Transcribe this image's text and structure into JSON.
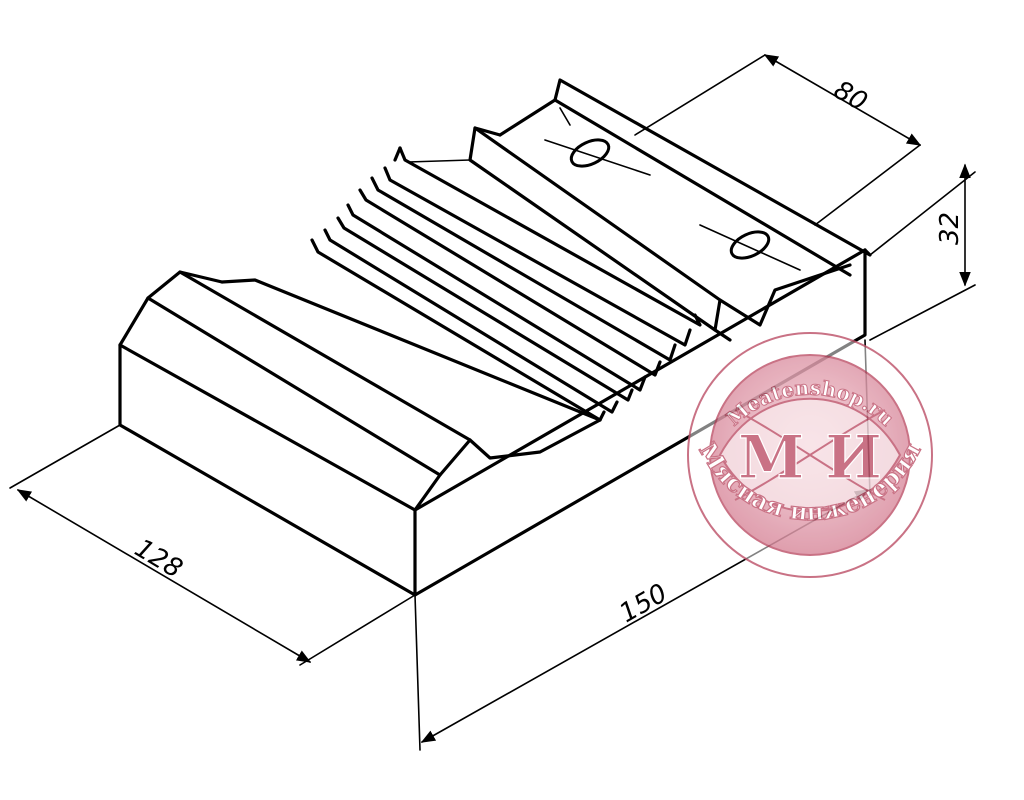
{
  "dimensions": {
    "width": "80",
    "height": "32",
    "depth": "128",
    "length": "150"
  },
  "watermark": {
    "top_text": "Meatenshop.ru",
    "bottom_text": "Мясная инженерия",
    "monogram": "М И",
    "color": "#c05a70",
    "fill_color": "#e8a7b3"
  }
}
